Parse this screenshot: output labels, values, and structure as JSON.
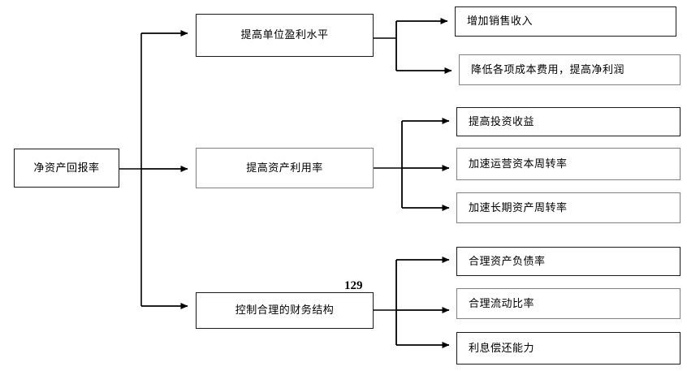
{
  "diagram": {
    "title_text": "净资产回报率",
    "page_number": "129",
    "root": {
      "label": "净资产回报率"
    },
    "level2": [
      {
        "label": "提高单位盈利水平"
      },
      {
        "label": "提高资产利用率"
      },
      {
        "label": "控制合理的财务结构"
      }
    ],
    "level3": {
      "branch1": [
        {
          "label": "增加销售收入"
        },
        {
          "label": "降低各项成本费用，提高净利润"
        }
      ],
      "branch2": [
        {
          "label": "提高投资收益"
        },
        {
          "label": "加速运营资本周转率"
        },
        {
          "label": "加速长期资产周转率"
        }
      ],
      "branch3": [
        {
          "label": "合理资产负债率"
        },
        {
          "label": "合理流动比率"
        },
        {
          "label": "利息偿还能力"
        }
      ]
    },
    "colors": {
      "line": "#000000",
      "box_border_dark": "#1a1a1a",
      "box_border_gray": "#808080",
      "background": "#ffffff",
      "text": "#000000"
    }
  }
}
